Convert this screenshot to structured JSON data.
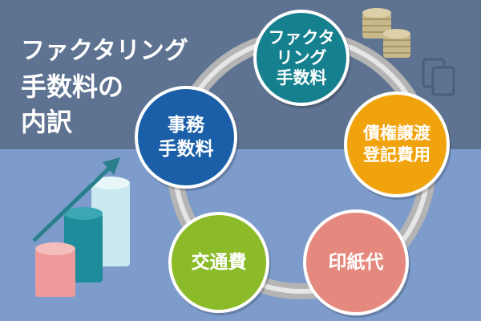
{
  "colors": {
    "background": "#7d9ccc",
    "band": "#5e7391",
    "ring": "#b4b4b4",
    "ring_inner": "#e6e6e6",
    "node_factoring": "#15808e",
    "node_office": "#1a5fa8",
    "node_registration": "#f1a30e",
    "node_stamp": "#e5887e",
    "node_transport": "#8bbb28"
  },
  "title": {
    "line1": "ファクタリング",
    "line2": "手数料の",
    "line3": "内訳"
  },
  "nodes": [
    {
      "key": "factoring",
      "label": "ファクタ\nリング\n手数料"
    },
    {
      "key": "office",
      "label": "事務\n手数料"
    },
    {
      "key": "registration",
      "label": "債権譲渡\n登記費用"
    },
    {
      "key": "stamp",
      "label": "印紙代"
    },
    {
      "key": "transport",
      "label": "交通費"
    }
  ],
  "icons": [
    "coin-stack-icon",
    "documents-icon",
    "growth-bar-chart-icon"
  ]
}
